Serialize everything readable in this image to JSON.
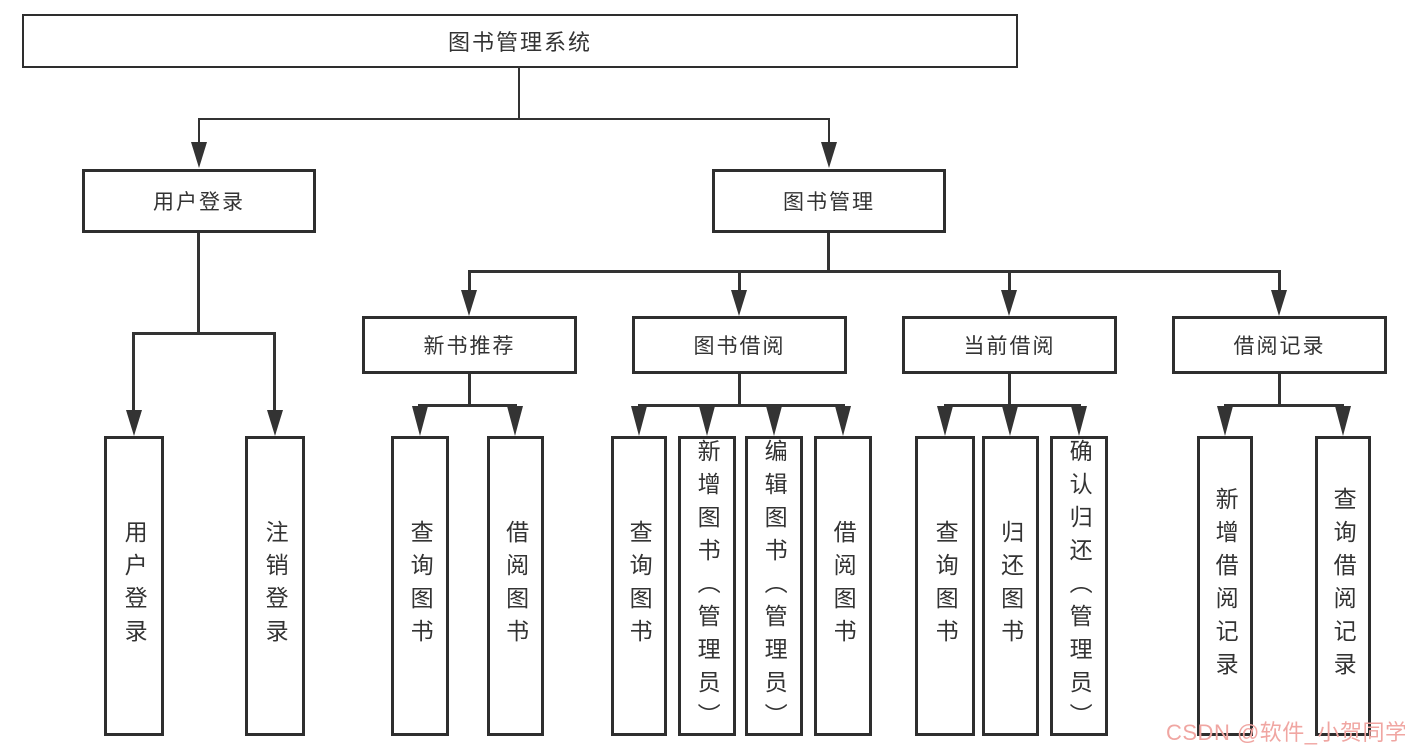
{
  "tree": {
    "root": {
      "label": "图书管理系统"
    },
    "children": [
      {
        "label": "用户登录",
        "children": [
          {
            "label": "用户登录"
          },
          {
            "label": "注销登录"
          }
        ]
      },
      {
        "label": "图书管理",
        "children": [
          {
            "label": "新书推荐",
            "children": [
              {
                "label": "查询图书"
              },
              {
                "label": "借阅图书"
              }
            ]
          },
          {
            "label": "图书借阅",
            "children": [
              {
                "label": "查询图书"
              },
              {
                "label": "新增图书（管理员）"
              },
              {
                "label": "编辑图书（管理员）"
              },
              {
                "label": "借阅图书"
              }
            ]
          },
          {
            "label": "当前借阅",
            "children": [
              {
                "label": "查询图书"
              },
              {
                "label": "归还图书"
              },
              {
                "label": "确认归还（管理员）"
              }
            ]
          },
          {
            "label": "借阅记录",
            "children": [
              {
                "label": "新增借阅记录"
              },
              {
                "label": "查询借阅记录"
              }
            ]
          }
        ]
      }
    ]
  },
  "watermark": {
    "text": "CSDN @软件_小贺同学"
  },
  "colors": {
    "line": "#333333",
    "box_border": "#2e2e2e",
    "text": "#333333",
    "watermark": "#f0a6a2",
    "background": "#ffffff"
  }
}
